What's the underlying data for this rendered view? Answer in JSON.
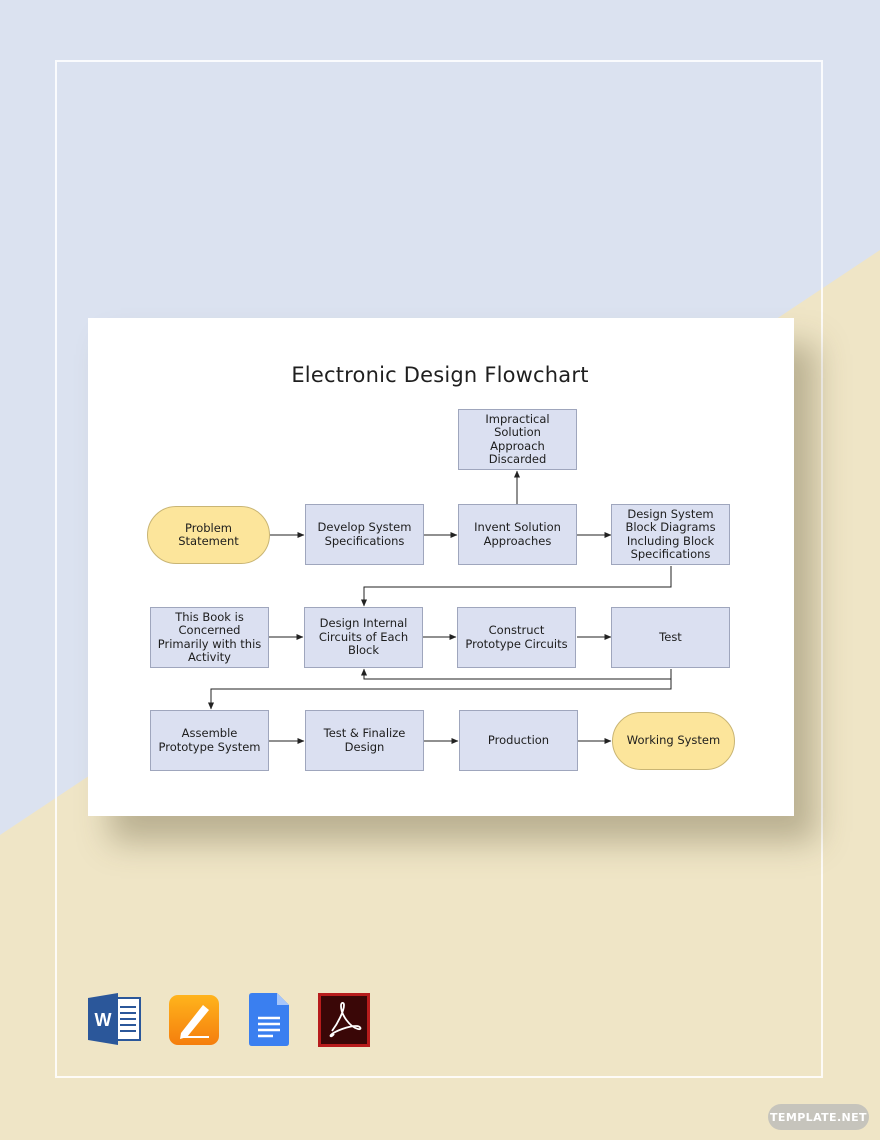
{
  "title": "Electronic Design Flowchart",
  "colors": {
    "background_top": "#dbe2f0",
    "background_bottom": "#efe5c6",
    "process_fill": "#dbe0f1",
    "process_border": "#9fa6bd",
    "terminal_fill": "#fce59b",
    "terminal_border": "#c9b574",
    "connector": "#222222"
  },
  "nodes": {
    "impractical": "Impractical Solution Approach Discarded",
    "problem": "Problem Statement",
    "develop": "Develop System Specifications",
    "invent": "Invent Solution Approaches",
    "block_diagrams": "Design System Block Diagrams Including Block Specifications",
    "book": "This Book is Concerned Primarily with this Activity",
    "internal": "Design Internal Circuits of Each Block",
    "construct": "Construct Prototype Circuits",
    "test": "Test",
    "assemble": "Assemble Prototype System",
    "finalize": "Test & Finalize Design",
    "production": "Production",
    "working": "Working System"
  },
  "edges": [
    {
      "from": "problem",
      "to": "develop"
    },
    {
      "from": "develop",
      "to": "invent"
    },
    {
      "from": "invent",
      "to": "impractical"
    },
    {
      "from": "invent",
      "to": "block_diagrams"
    },
    {
      "from": "block_diagrams",
      "to": "internal"
    },
    {
      "from": "book",
      "to": "internal"
    },
    {
      "from": "internal",
      "to": "construct"
    },
    {
      "from": "construct",
      "to": "test"
    },
    {
      "from": "test",
      "to": "internal"
    },
    {
      "from": "test",
      "to": "assemble"
    },
    {
      "from": "assemble",
      "to": "finalize"
    },
    {
      "from": "finalize",
      "to": "production"
    },
    {
      "from": "production",
      "to": "working"
    }
  ],
  "format_icons": [
    "word-icon",
    "pages-icon",
    "google-docs-icon",
    "acrobat-pdf-icon"
  ],
  "watermark": "TEMPLATE.NET"
}
